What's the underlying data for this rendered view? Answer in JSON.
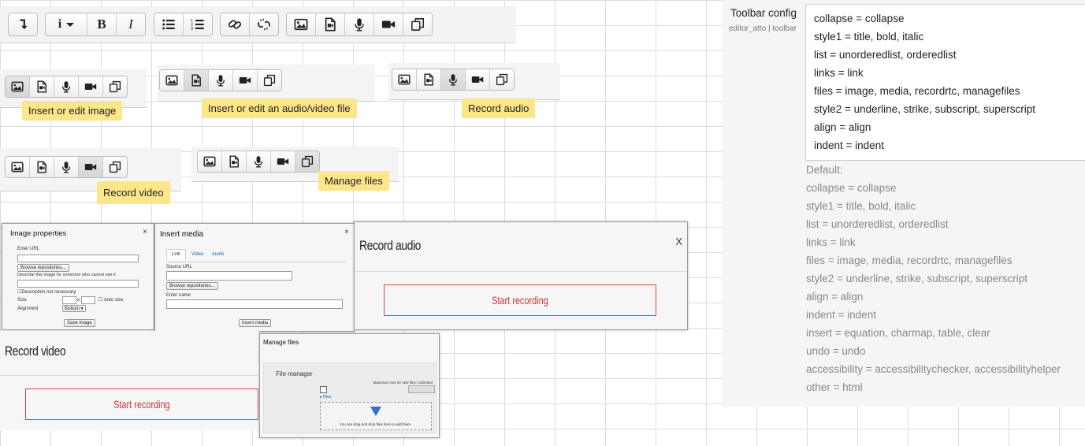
{
  "icons": {
    "collapse": "collapse-arrow-icon",
    "info": "info-icon",
    "bold": "bold-icon",
    "italic": "italic-icon",
    "unordered_list": "unordered-list-icon",
    "ordered_list": "ordered-list-icon",
    "link": "link-icon",
    "unlink": "unlink-icon",
    "image": "image-icon",
    "media": "media-file-icon",
    "microphone": "microphone-icon",
    "video_camera": "video-camera-icon",
    "manage_files": "manage-files-icon"
  },
  "toolbar": {
    "bold_label": "B",
    "italic_label": "I",
    "info_label": "i"
  },
  "tooltips": {
    "insert_image": "Insert or edit image",
    "insert_media": "Insert or edit an audio/video file",
    "record_audio": "Record audio",
    "record_video": "Record video",
    "manage_files": "Manage files"
  },
  "image_dialog": {
    "title": "Image properties",
    "close": "×",
    "enter_url": "Enter URL",
    "browse": "Browse repositories...",
    "describe": "Describe this image for someone who cannot see it",
    "desc_not_necessary": "Description not necessary",
    "size": "Size",
    "x_sep": "x",
    "auto_size": "Auto size",
    "alignment": "Alignment",
    "alignment_value": "Bottom ▾",
    "save": "Save image"
  },
  "media_dialog": {
    "title": "Insert media",
    "close": "×",
    "tabs": [
      "Link",
      "Video",
      "Audio"
    ],
    "source_url": "Source URL",
    "browse": "Browse repositories...",
    "enter_name": "Enter name",
    "insert": "Insert media"
  },
  "record_audio_dialog": {
    "title": "Record audio",
    "close": "X",
    "start": "Start recording"
  },
  "record_video_dialog": {
    "title": "Record video",
    "start": "Start recording"
  },
  "files_dialog": {
    "title": "Manage files",
    "file_manager": "File manager",
    "max_size": "Maximum size for new files: Unlimited",
    "files_folder": "Files",
    "drop_hint": "You can drag and drop files here to add them."
  },
  "config": {
    "name": "Toolbar config",
    "path": "editor_atto | toolbar",
    "lines": [
      "collapse = collapse",
      "style1 = title, bold, italic",
      "list = unorderedlist, orderedlist",
      "links = link",
      "files = image, media, recordrtc, managefiles",
      "style2 = underline, strike, subscript, superscript",
      "align = align",
      "indent = indent"
    ],
    "default_label": "Default:",
    "default_lines": [
      "collapse = collapse",
      "style1 = title, bold, italic",
      "list = unorderedlist, orderedlist",
      "links = link",
      "files = image, media, recordrtc, managefiles",
      "style2 = underline, strike, subscript, superscript",
      "align = align",
      "indent = indent",
      "insert = equation, charmap, table, clear",
      "undo = undo",
      "accessibility = accessibilitychecker, accessibilityhelper",
      "other = html"
    ]
  },
  "colors": {
    "tooltip": "#fbe68a",
    "record_border": "#cc4a4a",
    "record_text": "#cc3333"
  }
}
